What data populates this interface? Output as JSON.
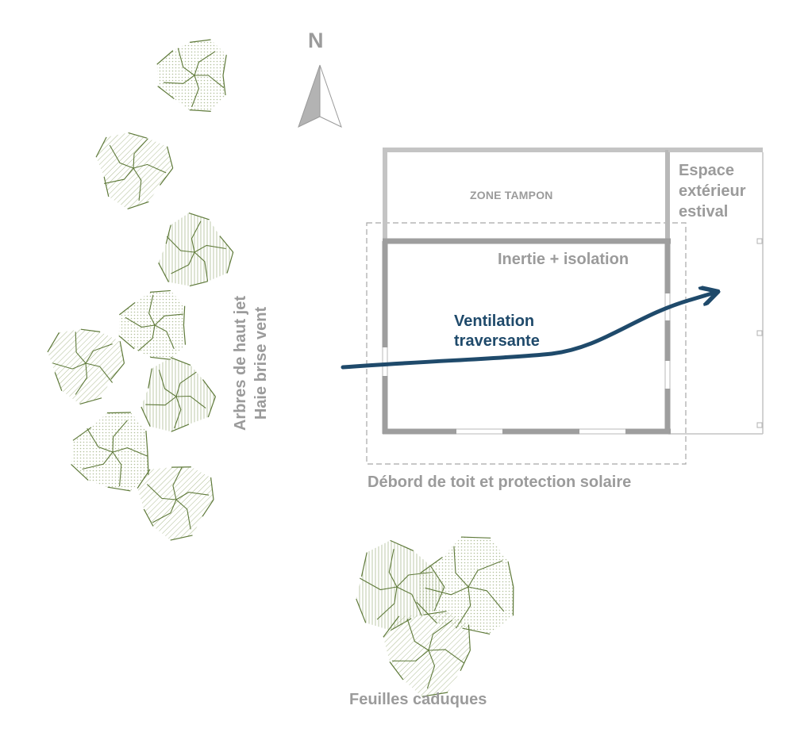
{
  "compass": {
    "letter": "N",
    "icon": "north-arrow-icon"
  },
  "labels": {
    "zone_tampon": "ZONE TAMPON",
    "espace_exterieur": [
      "Espace",
      "extérieur",
      "estival"
    ],
    "inertie": "Inertie + isolation",
    "ventilation": [
      "Ventilation",
      "traversante"
    ],
    "debord": "Débord de toit et protection solaire",
    "trees": [
      "Arbres de haut jet",
      "Haie brise vent"
    ],
    "feuilles": "Feuilles caduques"
  },
  "colors": {
    "wall": "#9e9e9e",
    "wall_light": "#c4c4c4",
    "airflow": "#1f4a6b",
    "foliage": "#5f7a3a",
    "foliage_fill": "#dfe6d2",
    "text_grey": "#9b9b9b"
  }
}
